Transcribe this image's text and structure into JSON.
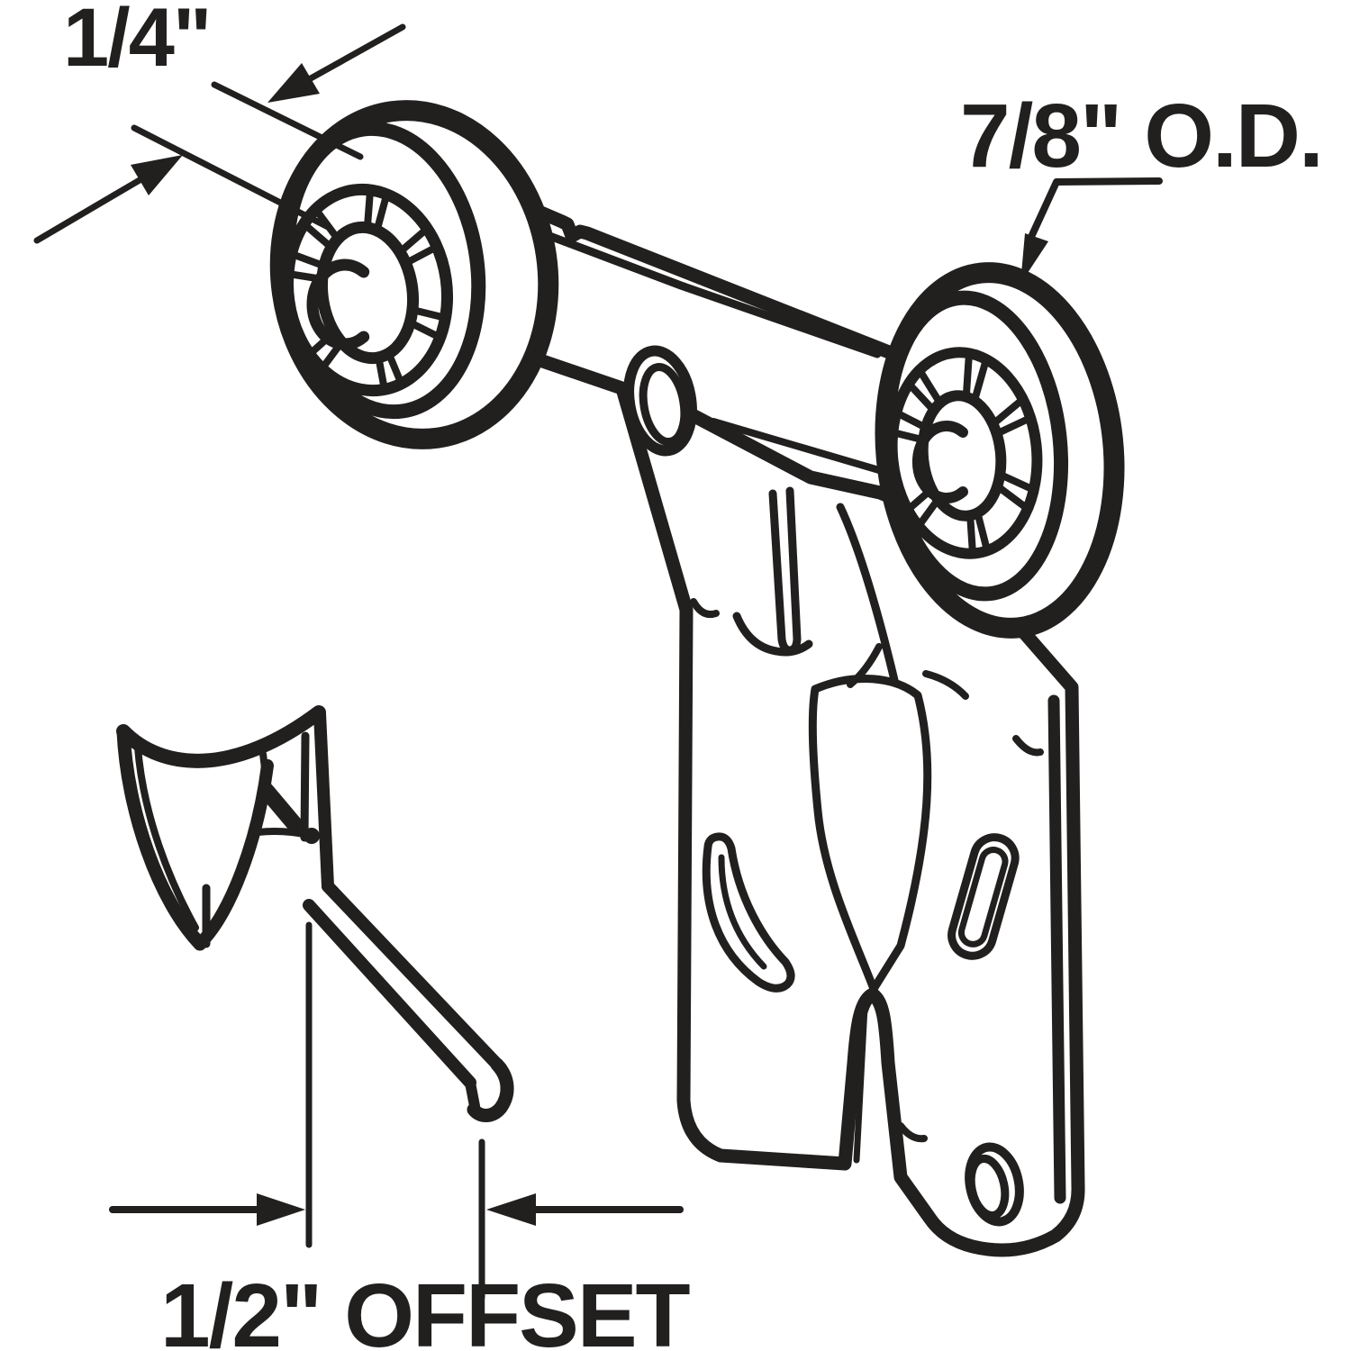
{
  "colors": {
    "ink": "#221f1f",
    "background": "#ffffff"
  },
  "annotations": {
    "roller_thickness": {
      "label": "1/4\""
    },
    "roller_outer_diameter": {
      "label": "7/8\" O.D."
    },
    "bracket_offset": {
      "label": "1/2\" OFFSET"
    }
  }
}
